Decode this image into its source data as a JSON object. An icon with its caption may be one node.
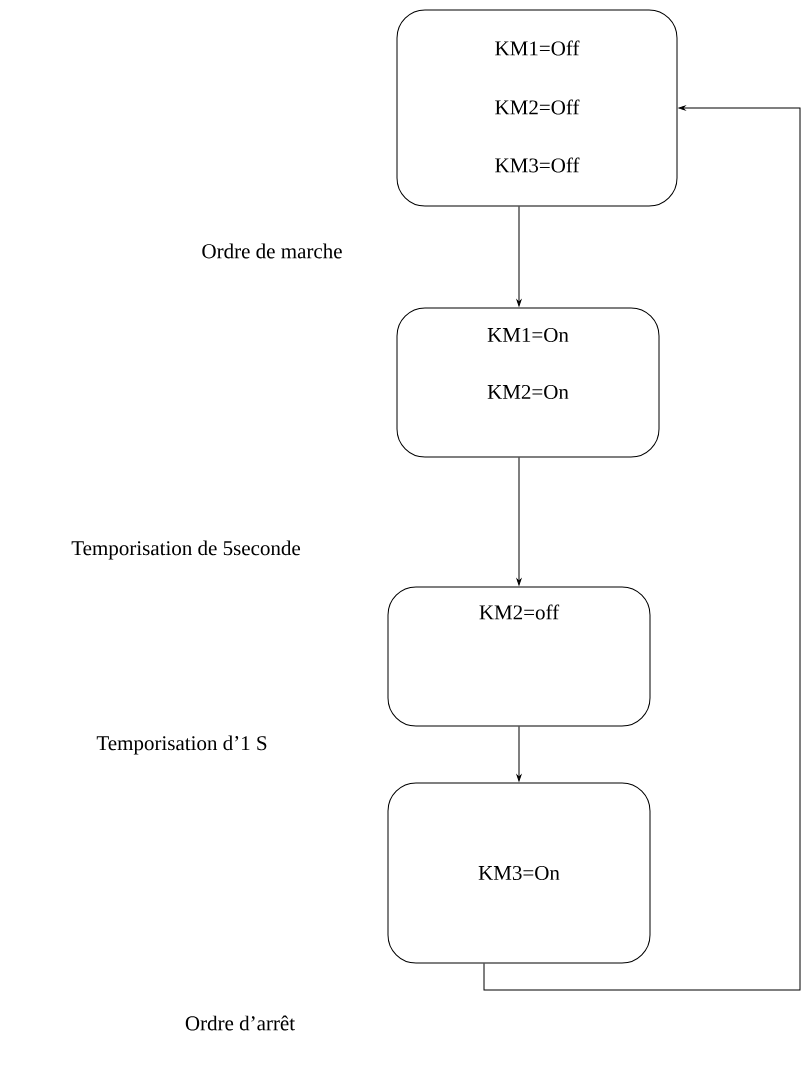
{
  "diagram": {
    "nodes": [
      {
        "text": [
          "KM1=Off",
          "KM2=Off",
          "KM3=Off"
        ]
      },
      {
        "text": [
          "KM1=On",
          "KM2=On"
        ]
      },
      {
        "text": [
          "KM2=off"
        ]
      },
      {
        "text": [
          "KM3=On"
        ]
      }
    ],
    "edges": [
      {
        "from": 0,
        "to": 1,
        "arrow": "to"
      },
      {
        "from": 1,
        "to": 2,
        "arrow": "to"
      },
      {
        "from": 2,
        "to": 3,
        "arrow": "to"
      },
      {
        "from": 3,
        "to": 0,
        "arrow": "to"
      }
    ],
    "labels": [
      "Ordre de marche",
      "Temporisation de 5seconde",
      "Temporisation d’1 S",
      "Ordre d’arrêt"
    ]
  }
}
